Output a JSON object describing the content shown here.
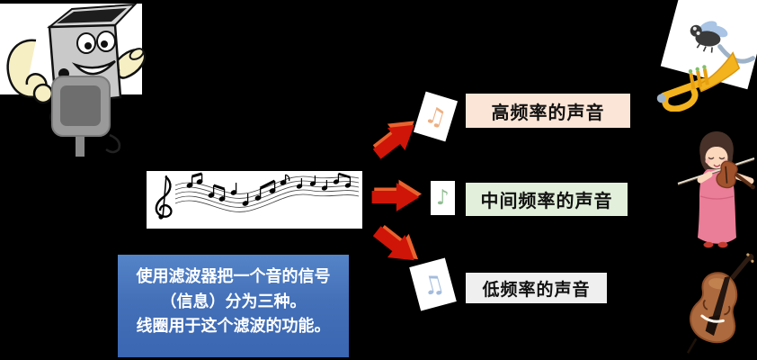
{
  "slide": {
    "background_color": "#000000",
    "topic": "filter splits one sound signal into three frequency bands"
  },
  "input": {
    "speaker_icon": "speaker-character-with-microphone",
    "music_icon": "flowing-music-staff-notes"
  },
  "arrow": {
    "color": "#CF1507",
    "bevel_color": "#E8622E"
  },
  "outputs": [
    {
      "id": "high",
      "label": "高频率的声音",
      "bg_color": "#FBE5D6",
      "note_glyph": "♫",
      "note_color": "#EDAF82",
      "instrument_icon": "fly-and-trumpet"
    },
    {
      "id": "middle",
      "label": "中间频率的声音",
      "bg_color": "#E2EFDA",
      "note_glyph": "♪",
      "note_color": "#8FBD92",
      "instrument_icon": "violin-player"
    },
    {
      "id": "low",
      "label": "低频率的声音",
      "bg_color": "#EFEFEF",
      "note_glyph": "♫",
      "note_color": "#A4BCDC",
      "instrument_icon": "double-bass"
    }
  ],
  "caption": {
    "lines": [
      "使用滤波器把一个音的信号",
      "（信息）分为三种。",
      "线圈用于这个滤波的功能。"
    ],
    "bg_top_color": "#5584C8",
    "bg_bottom_color": "#3A66B2",
    "text_color": "#FFFFFF"
  }
}
